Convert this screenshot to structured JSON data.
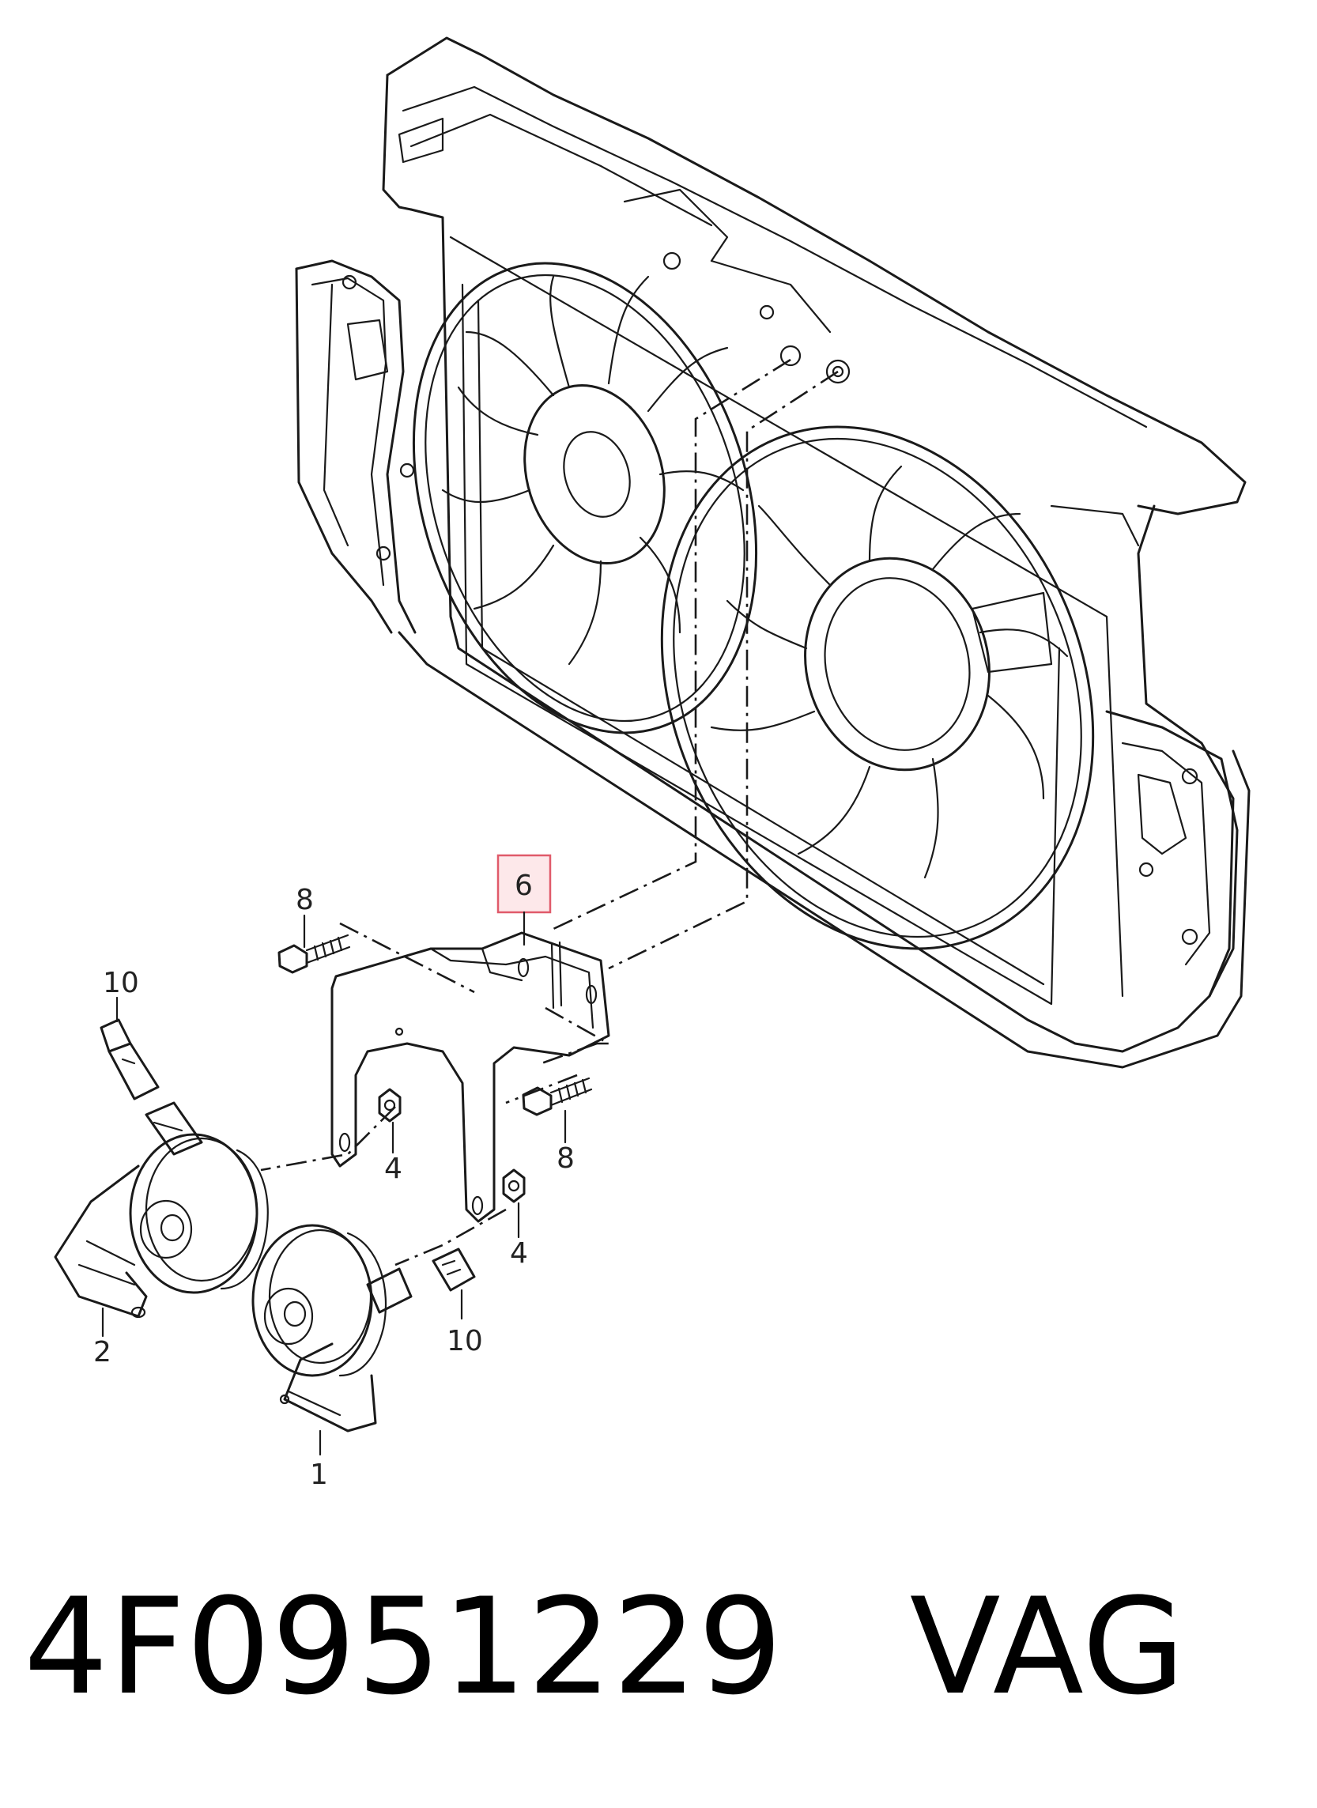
{
  "diagram": {
    "callouts": {
      "c1": "1",
      "c2": "2",
      "c4a": "4",
      "c4b": "4",
      "c6": "6",
      "c8a": "8",
      "c8b": "8",
      "c10a": "10",
      "c10b": "10"
    },
    "highlight_color": "#e05a6a"
  },
  "caption": {
    "part_number": "4F0951229",
    "brand": "VAG"
  }
}
